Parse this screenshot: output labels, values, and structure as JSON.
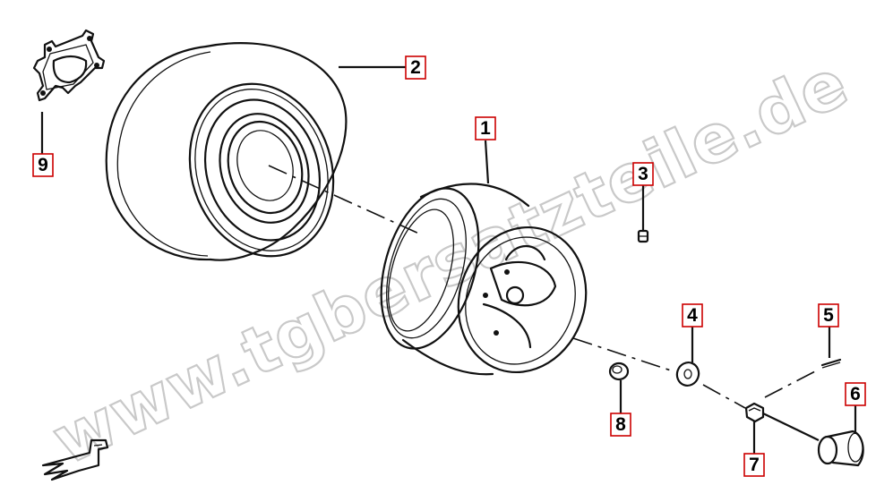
{
  "watermark": {
    "text": "www.tgbersatzteile.de"
  },
  "parts": [
    {
      "id": "1",
      "label": "1",
      "name": "rim"
    },
    {
      "id": "2",
      "label": "2",
      "name": "tire"
    },
    {
      "id": "3",
      "label": "3",
      "name": "bolt"
    },
    {
      "id": "4",
      "label": "4",
      "name": "washer"
    },
    {
      "id": "5",
      "label": "5",
      "name": "cotter-pin"
    },
    {
      "id": "6",
      "label": "6",
      "name": "hub-cap"
    },
    {
      "id": "7",
      "label": "7",
      "name": "castle-nut"
    },
    {
      "id": "8",
      "label": "8",
      "name": "wheel-nut"
    },
    {
      "id": "9",
      "label": "9",
      "name": "hub-plate"
    }
  ],
  "colors": {
    "callout_border": "#cc0000",
    "ink": "#111111",
    "watermark_stroke": "#c9c9c9"
  }
}
